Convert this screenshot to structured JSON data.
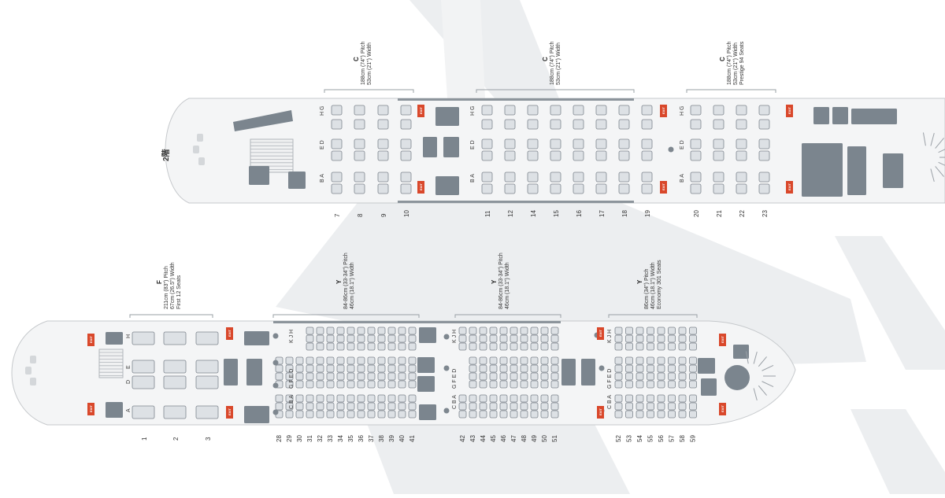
{
  "colors": {
    "background_plane": "#eceef0",
    "fuselage": "#f4f5f6",
    "fuselage_stroke": "#c6c9cc",
    "seat": "#dde1e5",
    "seat_stroke": "#7d858d",
    "facility": "#7b858e",
    "exit": "#d9482b",
    "row_marker": "#7e878f"
  },
  "upper_deck": {
    "label": "2階",
    "columns_left": [
      "H G",
      "E D",
      "B A"
    ],
    "columns_mid": [
      "H G",
      "E D",
      "B A"
    ],
    "columns_right": [
      "H G",
      "E D",
      "B A"
    ],
    "exit_label": "EXIT",
    "headers": [
      {
        "cls": "C",
        "lines": [
          "188cm (74\") Pitch",
          "53cm (21\") Width"
        ]
      },
      {
        "cls": "C",
        "lines": [
          "188cm (74\") Pitch",
          "53cm (21\") Width"
        ]
      },
      {
        "cls": "C",
        "lines": [
          "188cm (74\") Pitch",
          "53cm (21\") Width",
          "Prestige 94 Seats"
        ]
      }
    ],
    "rows_a": [
      "7",
      "8",
      "9",
      "10"
    ],
    "rows_b": [
      "11",
      "12",
      "14",
      "15",
      "16",
      "17",
      "18",
      "19"
    ],
    "rows_c": [
      "20",
      "21",
      "22",
      "23"
    ]
  },
  "main_deck": {
    "columns_first": [
      "H",
      "E",
      "D",
      "A"
    ],
    "columns_y": [
      "K J H",
      "G F E D",
      "C B A"
    ],
    "exit_label": "EXIT",
    "headers": [
      {
        "cls": "F",
        "lines": [
          "211cm (83\") Pitch",
          "67cm (26.5\") Width",
          "First 12 Seats"
        ]
      },
      {
        "cls": "Y",
        "lines": [
          "84-86cm (33-34\") Pitch",
          "46cm (18.1\") Width"
        ]
      },
      {
        "cls": "Y",
        "lines": [
          "84-86cm (33-34\") Pitch",
          "46cm (18.1\") Width"
        ]
      },
      {
        "cls": "Y",
        "lines": [
          "86cm (34\") Pitch",
          "46cm (18.1\") Width",
          "Economy 301 Seats"
        ]
      }
    ],
    "rows_first": [
      "1",
      "2",
      "3"
    ],
    "rows_y1": [
      "28",
      "29",
      "30",
      "31",
      "32",
      "33",
      "34",
      "35",
      "36",
      "37",
      "38",
      "39",
      "40",
      "41"
    ],
    "rows_y2": [
      "42",
      "43",
      "44",
      "45",
      "46",
      "47",
      "48",
      "49",
      "50",
      "51"
    ],
    "rows_y3": [
      "52",
      "53",
      "54",
      "55",
      "56",
      "57",
      "58",
      "59"
    ]
  }
}
